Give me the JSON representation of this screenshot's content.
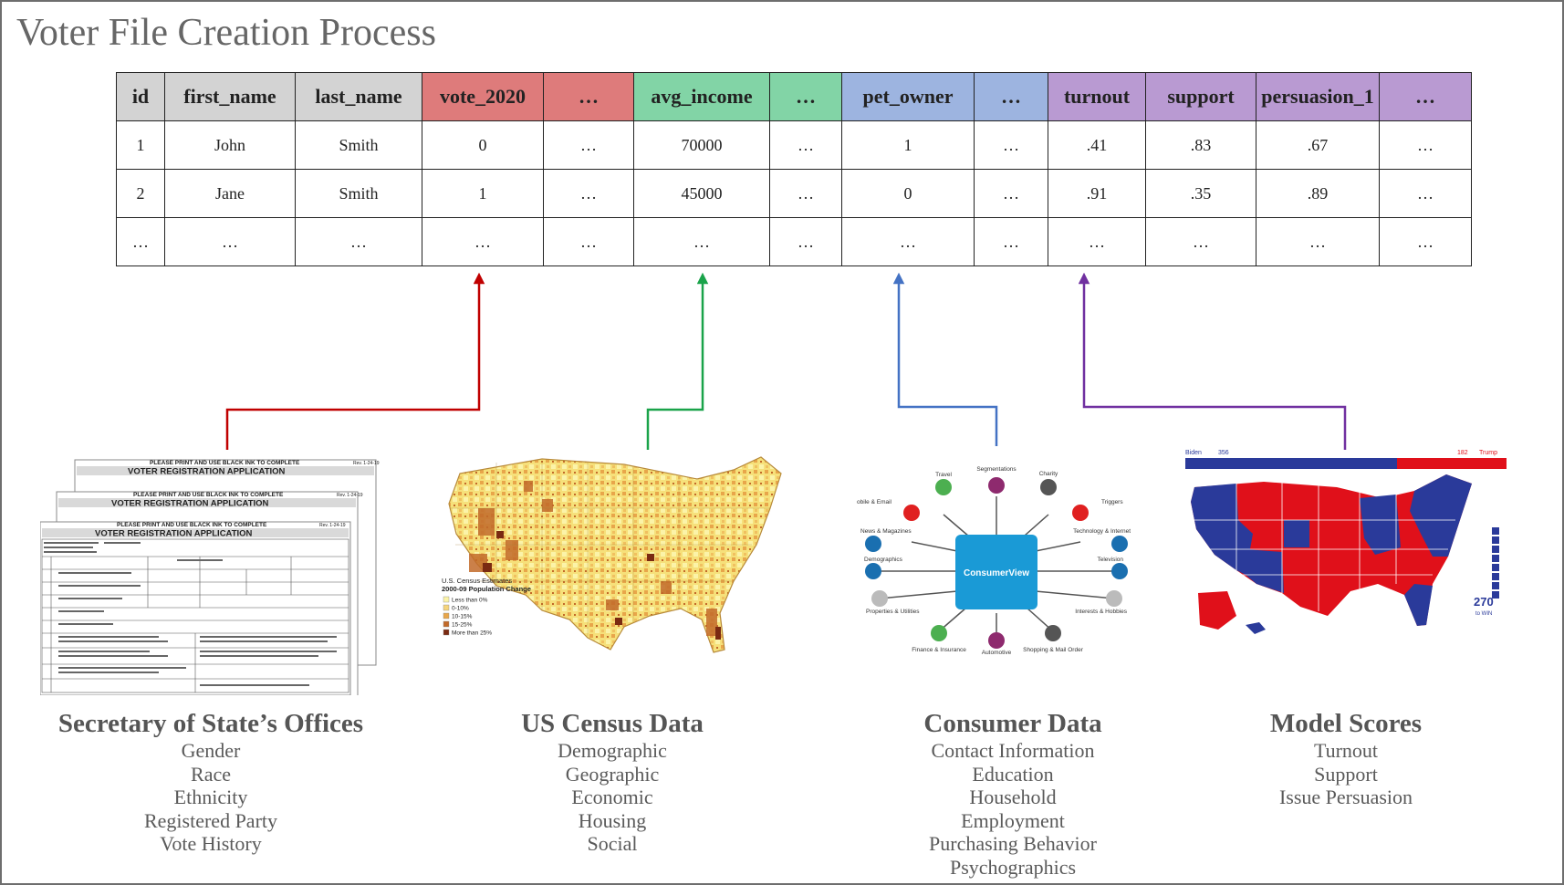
{
  "title": "Voter File Creation Process",
  "colors": {
    "red": "#de7b7b",
    "green": "#82d4a6",
    "blue": "#9db4e0",
    "purple": "#b99ad2",
    "gray": "#d3d3d3",
    "arrow_red": "#c00000",
    "arrow_green": "#1aa34a",
    "arrow_blue": "#4472c4",
    "arrow_purple": "#7030a0"
  },
  "table": {
    "columns": [
      {
        "label": "id",
        "color": "gray"
      },
      {
        "label": "first_name",
        "color": "gray"
      },
      {
        "label": "last_name",
        "color": "gray"
      },
      {
        "label": "vote_2020",
        "color": "red"
      },
      {
        "label": "…",
        "color": "red"
      },
      {
        "label": "avg_income",
        "color": "green"
      },
      {
        "label": "…",
        "color": "green"
      },
      {
        "label": "pet_owner",
        "color": "blue"
      },
      {
        "label": "…",
        "color": "blue"
      },
      {
        "label": "turnout",
        "color": "purple"
      },
      {
        "label": "support",
        "color": "purple"
      },
      {
        "label": "persuasion_1",
        "color": "purple"
      },
      {
        "label": "…",
        "color": "purple"
      }
    ],
    "rows": [
      [
        "1",
        "John",
        "Smith",
        "0",
        "…",
        "70000",
        "…",
        "1",
        "…",
        ".41",
        ".83",
        ".67",
        "…"
      ],
      [
        "2",
        "Jane",
        "Smith",
        "1",
        "…",
        "45000",
        "…",
        "0",
        "…",
        ".91",
        ".35",
        ".89",
        "…"
      ],
      [
        "…",
        "…",
        "…",
        "…",
        "…",
        "…",
        "…",
        "…",
        "…",
        "…",
        "…",
        "…",
        "…"
      ]
    ]
  },
  "sources": [
    {
      "heading": "Secretary of State’s Offices",
      "items": [
        "Gender",
        "Race",
        "Ethnicity",
        "Registered Party",
        "Vote History"
      ],
      "arrow_color": "arrow_red"
    },
    {
      "heading": "US Census Data",
      "items": [
        "Demographic",
        "Geographic",
        "Economic",
        "Housing",
        "Social"
      ],
      "arrow_color": "arrow_green"
    },
    {
      "heading": "Consumer Data",
      "items": [
        "Contact Information",
        "Education",
        "Household",
        "Employment",
        "Purchasing Behavior",
        "Psychographics"
      ],
      "arrow_color": "arrow_blue"
    },
    {
      "heading": "Model Scores",
      "items": [
        "Turnout",
        "Support",
        "Issue Persuasion"
      ],
      "arrow_color": "arrow_purple"
    }
  ],
  "form_image": {
    "lines": [
      "PLEASE PRINT AND USE BLACK INK TO COMPLETE",
      "VOTER REGISTRATION APPLICATION",
      "Rev. 1-24-19"
    ]
  },
  "census_image": {
    "legend_title": "U.S. Census Estimates",
    "legend_subtitle": "2000-09 Population Change",
    "legend_items": [
      "Less than 0%",
      "0-10%",
      "10-15%",
      "15-25%",
      "More than 25%"
    ],
    "legend_colors": [
      "#fbf3a8",
      "#f5d47a",
      "#e8a64a",
      "#c26a2a",
      "#7a2a12"
    ]
  },
  "consumer_image": {
    "center_label": "ConsumerView",
    "labels": [
      "Travel",
      "Segmentations",
      "Charity",
      "Mobile & Email",
      "Triggers",
      "News & Magazines",
      "Technology & Internet",
      "Demographics",
      "Television",
      "Properties & Utilities",
      "Interests & Hobbies",
      "Finance & Insurance",
      "Automotive",
      "Shopping & Mail Order"
    ]
  },
  "map_image": {
    "biden_label": "Biden",
    "biden_votes": "356",
    "trump_label": "Trump",
    "trump_votes": "182",
    "logo_number": "270",
    "logo_text": "to WIN",
    "blue": "#2a3a9a",
    "red": "#e0101a"
  }
}
